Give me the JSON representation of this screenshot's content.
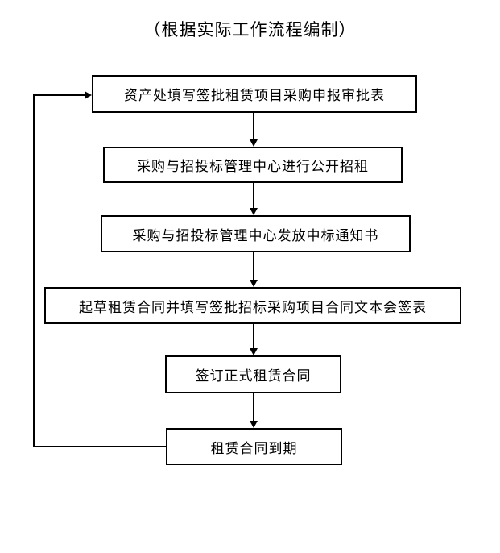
{
  "page": {
    "title": "（根据实际工作流程编制）"
  },
  "flowchart": {
    "steps": [
      {
        "id": "step-1",
        "label": "资产处填写签批租赁项目采购申报审批表"
      },
      {
        "id": "step-2",
        "label": "采购与招投标管理中心进行公开招租"
      },
      {
        "id": "step-3",
        "label": "采购与招投标管理中心发放中标通知书"
      },
      {
        "id": "step-4",
        "label": "起草租赁合同并填写签批招标采购项目合同文本会签表"
      },
      {
        "id": "step-5",
        "label": "签订正式租赁合同"
      },
      {
        "id": "step-6",
        "label": "租赁合同到期"
      }
    ],
    "edges": [
      {
        "from": "step-1",
        "to": "step-2"
      },
      {
        "from": "step-2",
        "to": "step-3"
      },
      {
        "from": "step-3",
        "to": "step-4"
      },
      {
        "from": "step-4",
        "to": "step-5"
      },
      {
        "from": "step-5",
        "to": "step-6"
      },
      {
        "from": "step-6",
        "to": "step-1",
        "type": "loop-back"
      }
    ],
    "colors": {
      "line": "#000000",
      "text": "#000000",
      "background": "#ffffff"
    }
  }
}
